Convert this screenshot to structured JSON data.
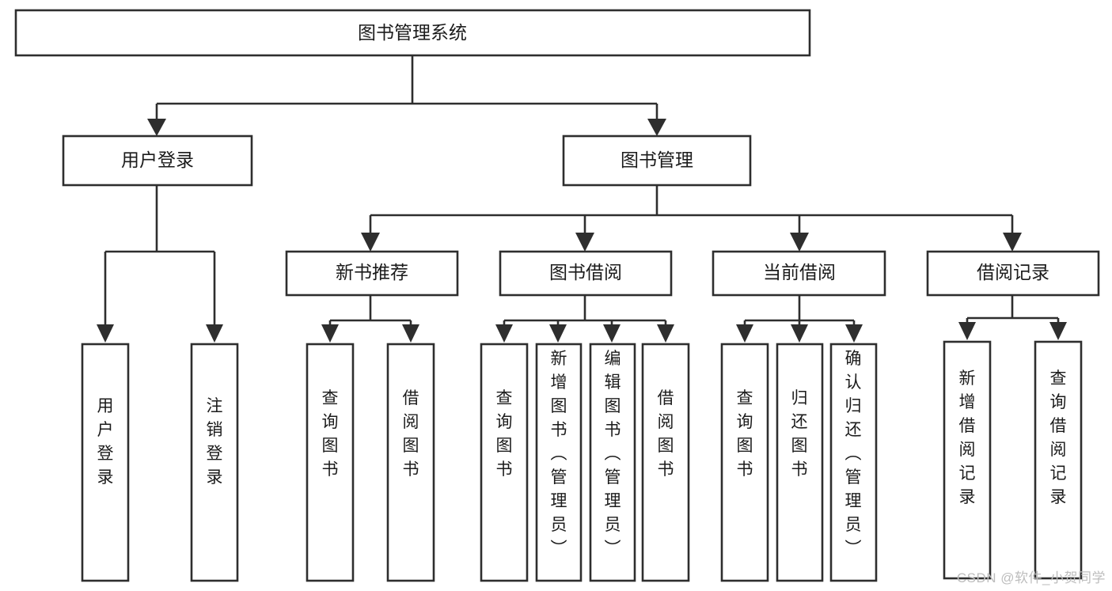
{
  "diagram": {
    "type": "tree",
    "title_node": {
      "label": "图书管理系统"
    },
    "watermark": "CSDN @软件_小贺同学",
    "colors": {
      "stroke": "#2e2e2e",
      "fill": "#ffffff",
      "text": "#1b1b1b",
      "watermark": "#bdbdbd"
    },
    "level2": [
      {
        "label": "用户登录"
      },
      {
        "label": "图书管理"
      }
    ],
    "level3": [
      {
        "label": "新书推荐"
      },
      {
        "label": "图书借阅"
      },
      {
        "label": "当前借阅"
      },
      {
        "label": "借阅记录"
      }
    ],
    "leaves": {
      "user_login": [
        {
          "label": "用户登录"
        },
        {
          "label": "注销登录"
        }
      ],
      "new_book_recommend": [
        {
          "label": "查询图书"
        },
        {
          "label": "借阅图书"
        }
      ],
      "book_borrow": [
        {
          "label": "查询图书"
        },
        {
          "label": "新增图书（管理员）"
        },
        {
          "label": "编辑图书（管理员）"
        },
        {
          "label": "借阅图书"
        }
      ],
      "current_borrow": [
        {
          "label": "查询图书"
        },
        {
          "label": "归还图书"
        },
        {
          "label": "确认归还（管理员）"
        }
      ],
      "borrow_record": [
        {
          "label": "新增借阅记录"
        },
        {
          "label": "查询借阅记录"
        }
      ]
    }
  }
}
